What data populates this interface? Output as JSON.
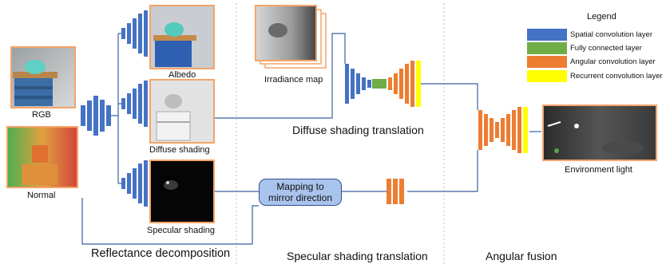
{
  "images": {
    "rgb": "RGB",
    "normal": "Normal",
    "albedo": "Albedo",
    "diffuse_shading": "Diffuse shading",
    "specular_shading": "Specular shading",
    "irradiance_map": "Irradiance map",
    "environment_light": "Environment light"
  },
  "boxes": {
    "mapping": [
      "Mapping to",
      "mirror direction"
    ]
  },
  "stages": {
    "reflectance": "Reflectance decomposition",
    "diffuse_translation": "Diffuse shading translation",
    "specular_translation": "Specular shading translation",
    "angular_fusion": "Angular fusion"
  },
  "legend": {
    "title": "Legend",
    "items": [
      {
        "label": "Spatial convolution layer",
        "color": "#4472c4"
      },
      {
        "label": "Fully connected layer",
        "color": "#70ad47"
      },
      {
        "label": "Angular convolution layer",
        "color": "#ed7d31"
      },
      {
        "label": "Recurrent convolution layer",
        "color": "#ffff00"
      }
    ]
  },
  "colors": {
    "spatial": "#4472c4",
    "fully_connected": "#70ad47",
    "angular": "#ed7d31",
    "recurrent": "#ffff00",
    "image_border": "#f4a46a",
    "connector": "#3b5fa5",
    "divider": "#bbbbbb"
  }
}
